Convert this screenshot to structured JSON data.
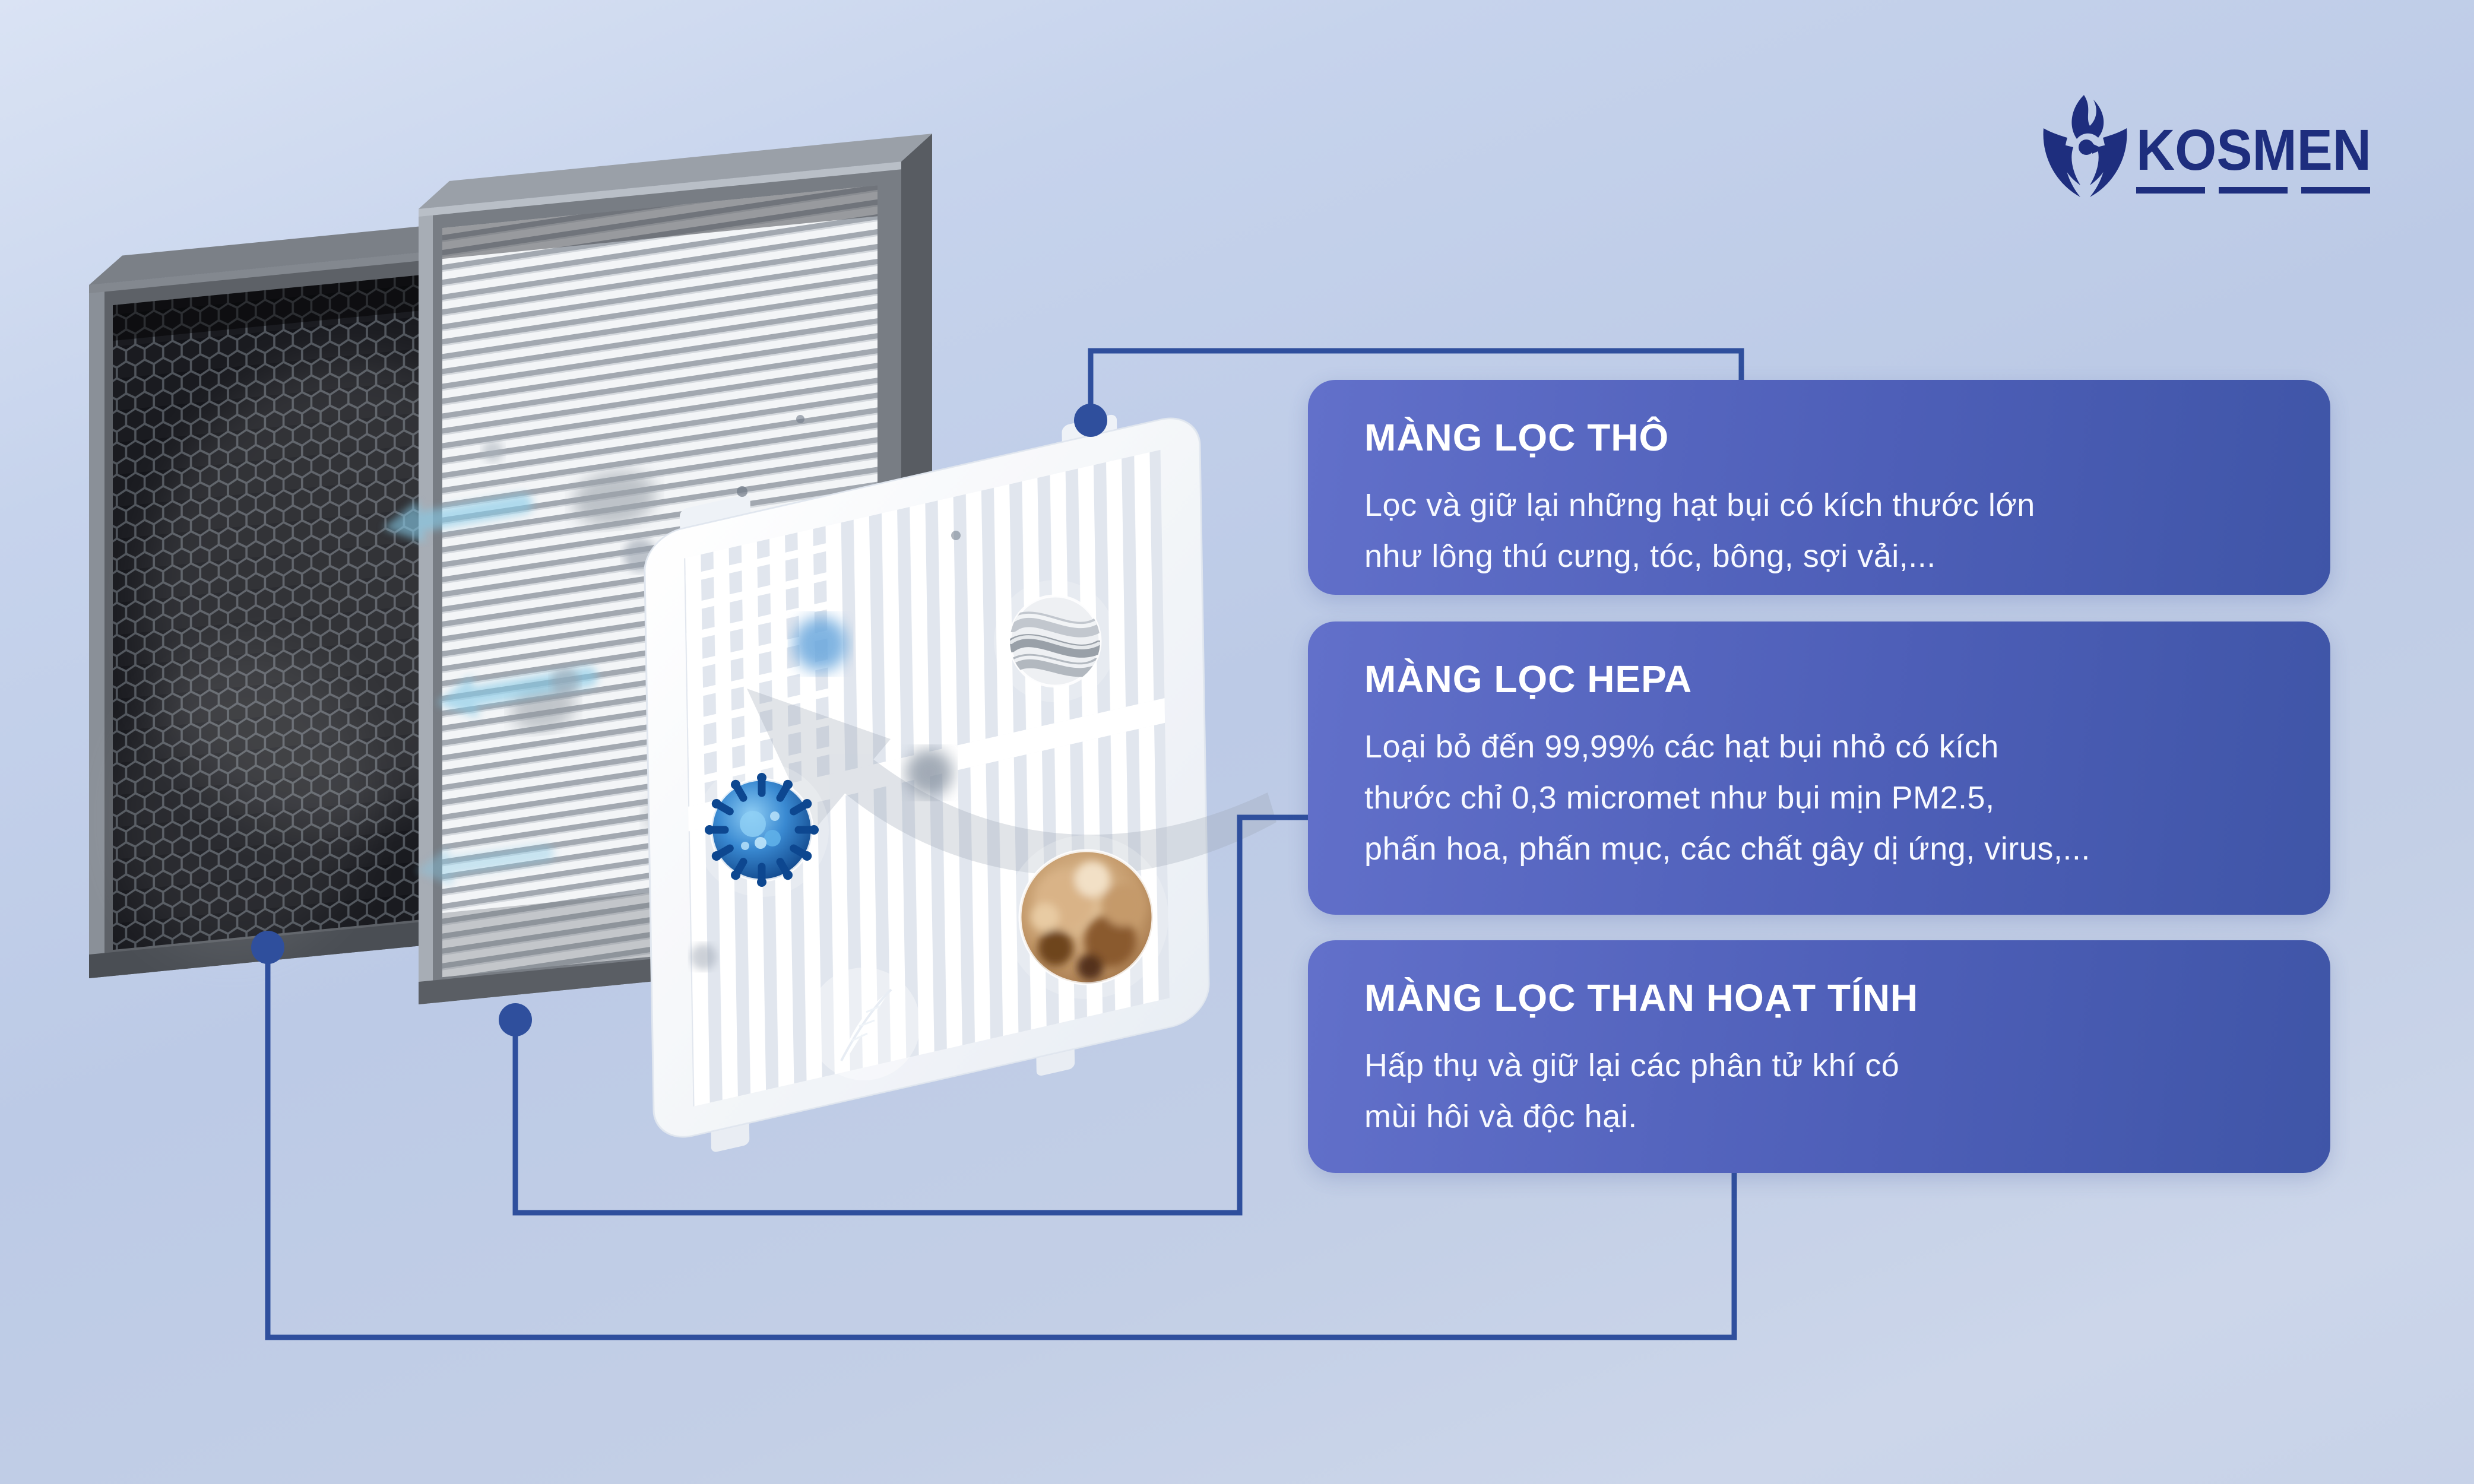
{
  "logo": {
    "brand": "KOSMEN",
    "icon": "phoenix-flame-icon",
    "color": "#1e2e7e"
  },
  "info_boxes": [
    {
      "title": "MÀNG LỌC THÔ",
      "lines": [
        "Lọc và giữ lại những hạt bụi có kích thước lớn",
        "như lông thú cưng, tóc, bông, sợi vải,..."
      ]
    },
    {
      "title": "MÀNG LỌC HEPA",
      "lines": [
        "Loại bỏ đến 99,99% các hạt bụi nhỏ có kích",
        "thước chỉ 0,3 micromet như bụi mịn PM2.5,",
        "phấn hoa, phấn mục, các chất gây dị ứng, virus,..."
      ]
    },
    {
      "title": "MÀNG LỌC THAN HOẠT TÍNH",
      "lines": [
        "Hấp thụ và giữ lại các phân tử khí có",
        "mùi hôi và độc hại."
      ]
    }
  ],
  "illustration": {
    "filters": [
      "activated-carbon-honeycomb-filter",
      "hepa-pleated-filter",
      "coarse-pre-filter-grille"
    ],
    "insets": [
      "virus-particle",
      "fabric-fiber-macro",
      "dust-pollen-clump",
      "feather"
    ],
    "colors": {
      "connector": "#2f4f9d",
      "box_gradient_start": "#6270ca",
      "box_gradient_end": "#3f55a7",
      "background_top": "#dae3f4",
      "background_bottom": "#c7d2e8",
      "logo_navy": "#1e2e7e"
    }
  }
}
